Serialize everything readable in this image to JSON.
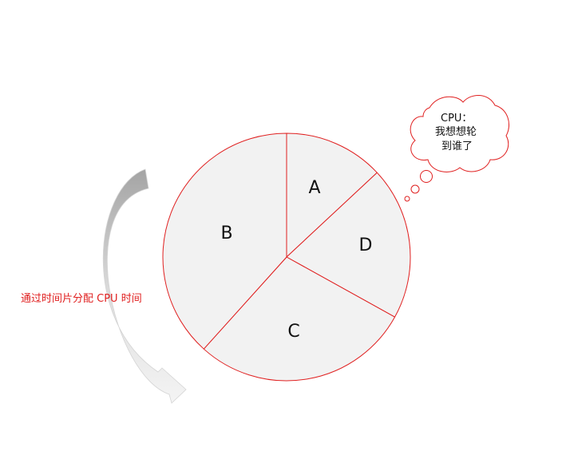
{
  "caption": "通过时间片分配 CPU 时间",
  "thought": {
    "line1": "CPU：",
    "line2": "我想想轮",
    "line3": "到谁了"
  },
  "colors": {
    "stroke": "#e02020",
    "fill": "#f2f2f2",
    "arrow_light": "#f2f2f2",
    "arrow_dark": "#a8a8a8"
  },
  "slices": [
    {
      "label": "A",
      "start_deg": 0,
      "end_deg": 47
    },
    {
      "label": "D",
      "start_deg": 47,
      "end_deg": 119
    },
    {
      "label": "C",
      "start_deg": 119,
      "end_deg": 222
    },
    {
      "label": "B",
      "start_deg": 222,
      "end_deg": 360
    }
  ]
}
